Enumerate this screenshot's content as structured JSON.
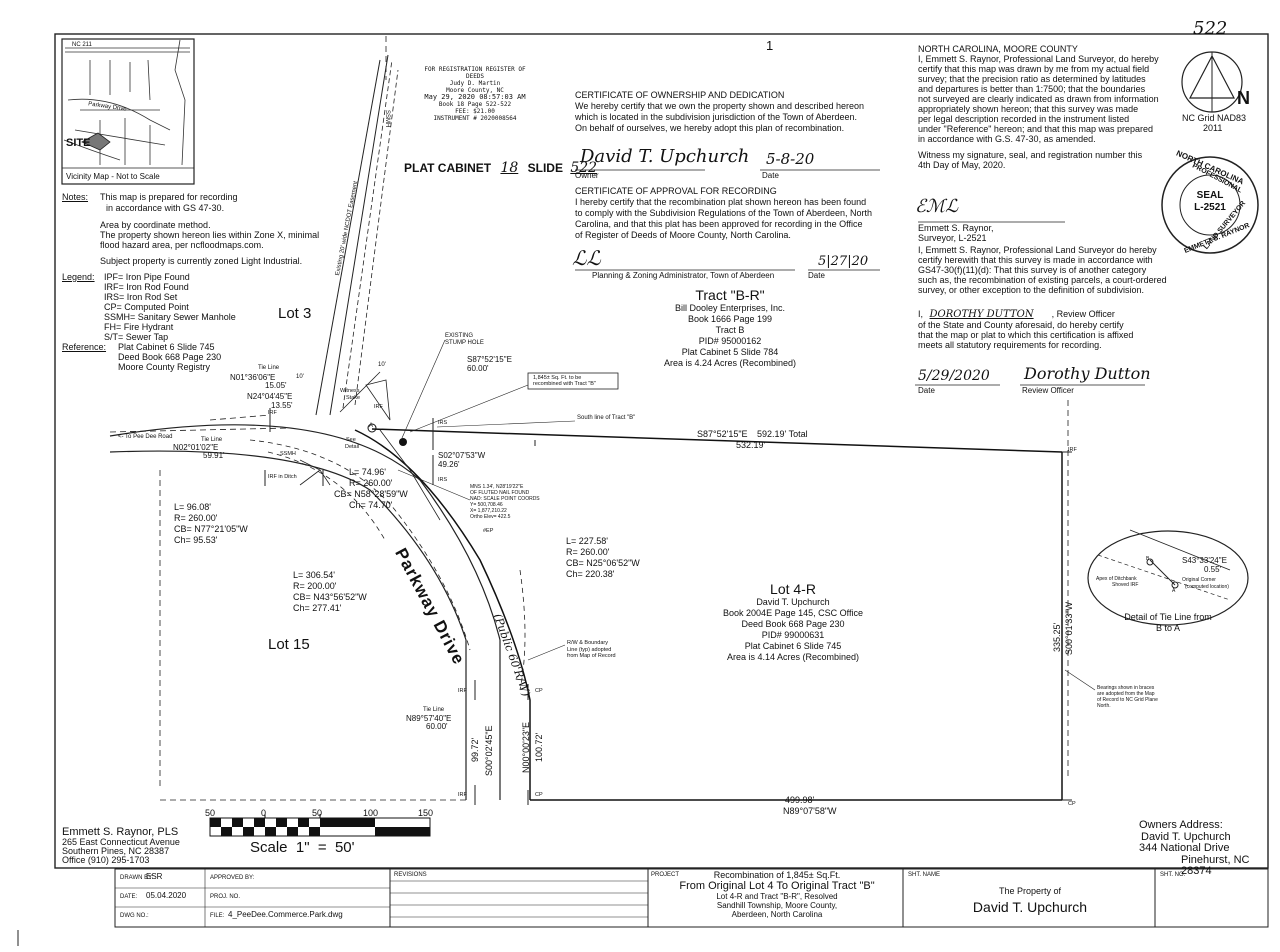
{
  "sheet": {
    "number": "522",
    "top_mark": "1"
  },
  "vicinity_map": {
    "site_label": "SITE",
    "road_label": "NC 211",
    "road2_label": "Parkway Drive",
    "caption": "Vicinity Map - Not to Scale"
  },
  "recording_stamp": {
    "line1": "FOR REGISTRATION REGISTER OF DEEDS",
    "line2": "Judy D. Martin",
    "line3": "Moore County, NC",
    "line4": "May 29, 2020 08:57:03 AM",
    "line5": "Book 18 Page 522-522",
    "line6": "FEE: $21.00",
    "line7": "INSTRUMENT # 2020008564"
  },
  "plat_cabinet": {
    "label1": "PLAT CABINET",
    "cabinet": "18",
    "label2": "SLIDE",
    "slide": "522"
  },
  "notes": {
    "heading": "Notes:",
    "n1a": "This map is prepared for recording",
    "n1b": "in accordance with GS 47-30.",
    "n2": "Area by coordinate method.",
    "n3a": "The property shown hereon lies within Zone X, minimal",
    "n3b": "flood hazard area, per ncfloodmaps.com.",
    "n4": "Subject property is currently zoned Light Industrial."
  },
  "legend": {
    "heading": "Legend:",
    "items": [
      "IPF= Iron Pipe Found",
      "IRF= Iron Rod Found",
      "IRS= Iron Rod Set",
      "CP= Computed Point",
      "SSMH= Sanitary Sewer Manhole",
      "FH= Fire Hydrant",
      "S/T= Sewer Tap"
    ]
  },
  "reference": {
    "heading": "Reference:",
    "items": [
      "Plat Cabinet 6 Slide 745",
      "Deed Book 668 Page 230",
      "Moore County Registry"
    ]
  },
  "owner_cert": {
    "title": "CERTIFICATE OF OWNERSHIP AND DEDICATION",
    "l1": "We hereby certify that we own the property shown and described hereon",
    "l2": "which is located in the subdivision jurisdiction of the Town of Aberdeen.",
    "l3": "On behalf of ourselves, we hereby adopt this plan of recombination.",
    "signature": "David T. Upchurch",
    "date": "5-8-20",
    "owner_label": "Owner",
    "date_label": "Date"
  },
  "approval_cert": {
    "title": "CERTIFICATE OF APPROVAL FOR RECORDING",
    "l1": "I hereby certify that the recombination plat shown hereon has been found",
    "l2": "to comply with the Subdivision Regulations of the Town of Aberdeen, North",
    "l3": "Carolina, and that this plat has been approved for recording in the Office",
    "l4": "of Register of Deeds of Moore County, North Carolina.",
    "date": "5|27|20",
    "sig_label": "Planning & Zoning Administrator, Town of Aberdeen",
    "date_label": "Date"
  },
  "surveyor_cert": {
    "l0": "NORTH CAROLINA, MOORE COUNTY",
    "l1": "I, Emmett S. Raynor, Professional Land Surveyor, do hereby",
    "l2": "certify that this map was drawn by me from my actual field",
    "l3": "survey; that the precision ratio as determined by latitudes",
    "l4": "and departures is better than 1:7500; that the boundaries",
    "l5": "not surveyed are clearly indicated as drawn from information",
    "l6": "appropriately shown hereon; that this survey was made",
    "l7": "per legal description recorded in the instrument listed",
    "l8": "under \"Reference\" hereon; and that this map was prepared",
    "l9": "in accordance with G.S. 47-30, as amended.",
    "w1": "Witness my signature, seal, and registration number this",
    "w2": "4th Day of May, 2020.",
    "name": "Emmett S. Raynor,",
    "title": "Surveyor, L-2521",
    "c1": "I, Emmett S. Raynor, Professional Land Surveyor do hereby",
    "c2": "certify herewith that this survey is made in accordance with",
    "c3": "GS47-30(f)(11)(d): That this survey is of another category",
    "c4": "such as, the recombination of existing parcels, a court-ordered",
    "c5": "survey, or other exception to the definition of subdivision."
  },
  "north": {
    "letter": "N",
    "grid": "NC Grid NAD83",
    "year": "2011"
  },
  "seal": {
    "top": "NORTH CAROLINA",
    "prof": "PROFESSIONAL",
    "seal": "SEAL",
    "num": "L-2521",
    "land": "LAND SURVEYOR",
    "name": "EMMETT S. RAYNOR"
  },
  "review": {
    "prefix": "I,",
    "name": "DOROTHY DUTTON",
    "suffix": ", Review Officer",
    "l2": "of the State and County aforesaid, do hereby certify",
    "l3": "that the map or plat to which this certification is affixed",
    "l4": "meets all statutory requirements for recording.",
    "date": "5/29/2020",
    "signature": "Dorothy Dutton",
    "date_label": "Date",
    "officer_label": "Review Officer"
  },
  "tract_br": {
    "title": "Tract \"B-R\"",
    "l1": "Bill Dooley Enterprises, Inc.",
    "l2": "Book 1666 Page 199",
    "l3": "Tract B",
    "l4": "PID# 95000162",
    "l5": "Plat Cabinet 5 Slide 784",
    "l6": "Area is 4.24 Acres (Recombined)"
  },
  "lot4r": {
    "title": "Lot 4-R",
    "l1": "David T. Upchurch",
    "l2": "Book 2004E Page 145, CSC Office",
    "l3": "Deed Book 668 Page 230",
    "l4": "PID# 99000631",
    "l5": "Plat Cabinet 6 Slide 745",
    "l6": "Area is 4.14 Acres (Recombined)"
  },
  "labels": {
    "lot3": "Lot 3",
    "lot15": "Lot 15",
    "parkway": "Parkway Drive",
    "public": "(Public 60'R/W)",
    "easement": "Existing 20' wide NCDOT Easement",
    "ssmh_top": "SSMH",
    "to_pee_dee": "<- To Pee Dee Road",
    "existing_stump": "EXISTING",
    "stump_hole": "STUMP HOLE",
    "sqft_box": "1,845± Sq. Ft. to be",
    "sqft_box2": "recombined with Tract \"B\"",
    "south_line": "South line of Tract \"B\"",
    "witness": "Witness",
    "stake": "Stake",
    "see_detail": "See",
    "detail": "Detail",
    "circle_a": "A",
    "ssmh": "SSMH",
    "irf_ditch": "IRF in Ditch",
    "mns_title": "MNS 1.34', N28'19'22\"E",
    "mns2": "OF FLUTED NAIL FOUND",
    "mns3": "NAD: SCALE POINT COORDS",
    "mns4": "Y= 500,708.46",
    "mns5": "X= 1,877,210.22",
    "mns6": "Ortho Elev= 422.5",
    "eop": "#EP",
    "rw": "R/W & Boundary",
    "rw2": "Line (typ) adopted",
    "rw3": "from Map of Record",
    "bearings1": "Bearings shown in braces",
    "bearings2": "are adopted from the Map",
    "bearings3": "of Record to NC Grid Plane",
    "bearings4": "North.",
    "tie_line": "Tie Line",
    "detail_title": "Detail of Tie Line from",
    "detail_title2": "B to A",
    "apex": "Apex of Ditchbank",
    "shoved": "Shoved IRF",
    "orig_corner": "Original Corner",
    "computed_loc": "(computed location)",
    "detail_bearing": "S43°33'24\"E",
    "detail_dist": "0.55'",
    "irf": "IRF",
    "irs": "IRS",
    "cp": "CP",
    "ten": "10'"
  },
  "survey_calls": {
    "c1a": "S87°52'15\"E",
    "c1b": "60.00'",
    "c2a": "S87°52'15\"E",
    "c2b": "592.19' Total",
    "c2c": "532.19'",
    "c3a": "S02°07'53\"W",
    "c3b": "49.26'",
    "c4a": "N01°36'06\"E",
    "c4b": "15.05'",
    "c4t": "Tie Line",
    "c5a": "N24°04'45\"E",
    "c5b": "13.55'",
    "c6a": "N02°01'02\"E",
    "c6b": "59.91'",
    "c6t": "Tie Line",
    "c7a": "L= 74.96'",
    "c7b": "R= 260.00'",
    "c7c": "CB= N58°28'59\"W",
    "c7d": "Ch= 74.70'",
    "c8a": "L= 96.08'",
    "c8b": "R= 260.00'",
    "c8c": "CB= N77°21'05\"W",
    "c8d": "Ch= 95.53'",
    "c9a": "L= 306.54'",
    "c9b": "R= 200.00'",
    "c9c": "CB= N43°56'52\"W",
    "c9d": "Ch= 277.41'",
    "c10a": "L= 227.58'",
    "c10b": "R= 260.00'",
    "c10c": "CB= N25°06'52\"W",
    "c10d": "Ch= 220.38'",
    "c11a": "S00°01'33\"W",
    "c11b": "335.25'",
    "c12a": "499.98'",
    "c12b": "N89°07'58\"W",
    "c13a": "N89°57'40\"E",
    "c13b": "60.00'",
    "c14a": "S00°02'45\"E",
    "c14b": "99.72'",
    "c15a": "N00°00'23\"E",
    "c15b": "100.72'"
  },
  "scale_bar": {
    "ticks": [
      "50",
      "0",
      "50",
      "100",
      "150"
    ],
    "caption": "Scale  1\"  =  50'"
  },
  "firm": {
    "name": "Emmett S. Raynor, PLS",
    "addr1": "265 East Connecticut Avenue",
    "addr2": "Southern Pines, NC   28387",
    "phone": "Office (910) 295-1703"
  },
  "owners_address": {
    "title": "Owners Address:",
    "name": "David T. Upchurch",
    "street": "344 National Drive",
    "city": "Pinehurst, NC   28374"
  },
  "title_block": {
    "drawn_label": "DRAWN BY:",
    "drawn": "ESR",
    "approved_label": "APPROVED BY:",
    "date_label": "DATE:",
    "date": "05.04.2020",
    "projno_label": "PROJ. NO.",
    "dwg_label": "DWG NO.:",
    "file_label": "FILE:",
    "file": "4_PeeDee.Commerce.Park.dwg",
    "revisions_label": "REVISIONS",
    "project_label": "PROJECT",
    "p1": "Recombination of 1,845± Sq.Ft.",
    "p2": "From Original Lot 4 To Original Tract \"B\"",
    "p3": "Lot 4-R and Tract \"B-R\", Resolved",
    "p4": "Sandhill Township, Moore County,",
    "p5": "Aberdeen, North Carolina",
    "sht_name_label": "SHT. NAME",
    "sht_name1": "The Property of",
    "sht_name2": "David T. Upchurch",
    "sht_no_label": "SHT. NO."
  }
}
